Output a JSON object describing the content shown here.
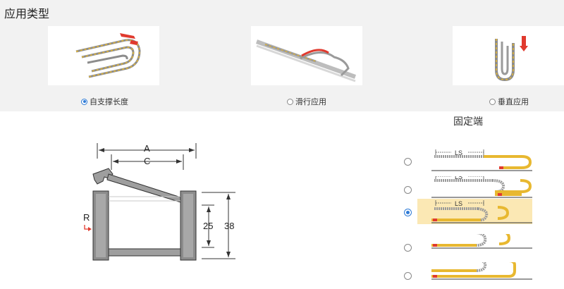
{
  "section_title": "应用类型",
  "application_types": [
    {
      "label": "自支撑长度",
      "selected": true
    },
    {
      "label": "滑行应用",
      "selected": false
    },
    {
      "label": "垂直应用",
      "selected": false
    }
  ],
  "dimension_diagram": {
    "label_a": "A",
    "label_c": "C",
    "label_r": "R",
    "height_inner": "25",
    "height_outer": "38"
  },
  "fixed_end": {
    "title": "固定端",
    "ls_label": "LS",
    "options": [
      {
        "selected": false
      },
      {
        "selected": false
      },
      {
        "selected": true
      },
      {
        "selected": false
      },
      {
        "selected": false
      }
    ]
  },
  "colors": {
    "accent": "#2f7bd6",
    "chain_yellow": "#e8b830",
    "chain_gray": "#9a9a9a",
    "arrow_red": "#e03a2e",
    "highlight": "#fbe8b4"
  }
}
